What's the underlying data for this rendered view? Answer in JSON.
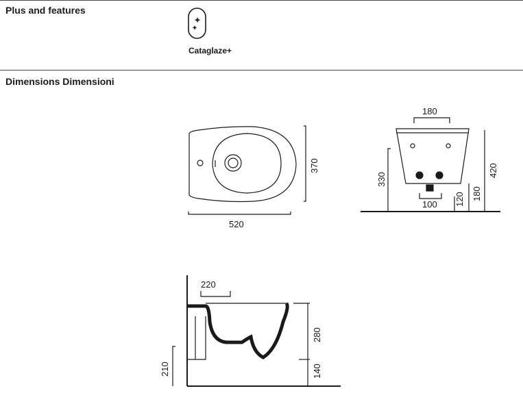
{
  "sections": {
    "features_title": "Plus and features",
    "dimensions_title": "Dimensions Dimensioni"
  },
  "features": {
    "items": [
      {
        "icon": "sparkle-icon",
        "label": "Cataglaze+"
      }
    ]
  },
  "dimensions": {
    "top_view": {
      "width": "520",
      "depth": "370"
    },
    "front_view": {
      "top_width": "180",
      "height_total": "420",
      "fixing_height": "330",
      "drain_width": "100",
      "drain_height": "120",
      "inlet_height": "180"
    },
    "side_view": {
      "projection": "220",
      "body_height": "280",
      "floor_gap": "140",
      "wall_offset": "210"
    }
  }
}
